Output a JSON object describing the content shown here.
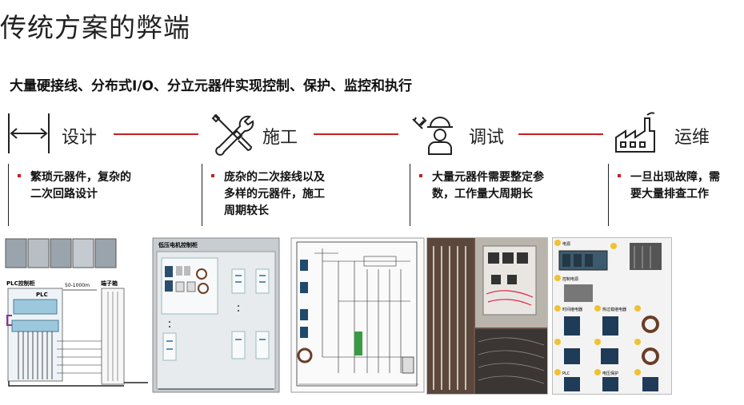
{
  "title": "传统方案的弊端",
  "subtitle": "大量硬接线、分布式I/O、分立元器件实现控制、保护、监控和执行",
  "steps": [
    {
      "icon": "measure-arrow-icon",
      "label": "设计",
      "desc": "繁琐元器件，复杂的\n二次回路设计"
    },
    {
      "icon": "tools-icon",
      "label": "施工",
      "desc": "庞杂的二次接线以及\n多样的元器件，施工\n周期较长"
    },
    {
      "icon": "engineer-icon",
      "label": "调试",
      "desc": "大量元器件需要整定参\n数，工作量大周期长"
    },
    {
      "icon": "factory-icon",
      "label": "运维",
      "desc": "一旦出现故障，需\n要大量排查工作"
    }
  ],
  "diagram1": {
    "plc_cabinet": "PLC控制柜",
    "plc": "PLC",
    "distance": "50-1000m",
    "terminal": "端子箱"
  },
  "diagram2": {
    "cabinet_label": "低压电机控制柜"
  },
  "photo_labels": [
    "电源",
    "控制电源",
    "时间继电器",
    "热过载继电器",
    "PLC",
    "电压保护"
  ],
  "colors": {
    "accent": "#c81e1e",
    "text": "#111111"
  }
}
